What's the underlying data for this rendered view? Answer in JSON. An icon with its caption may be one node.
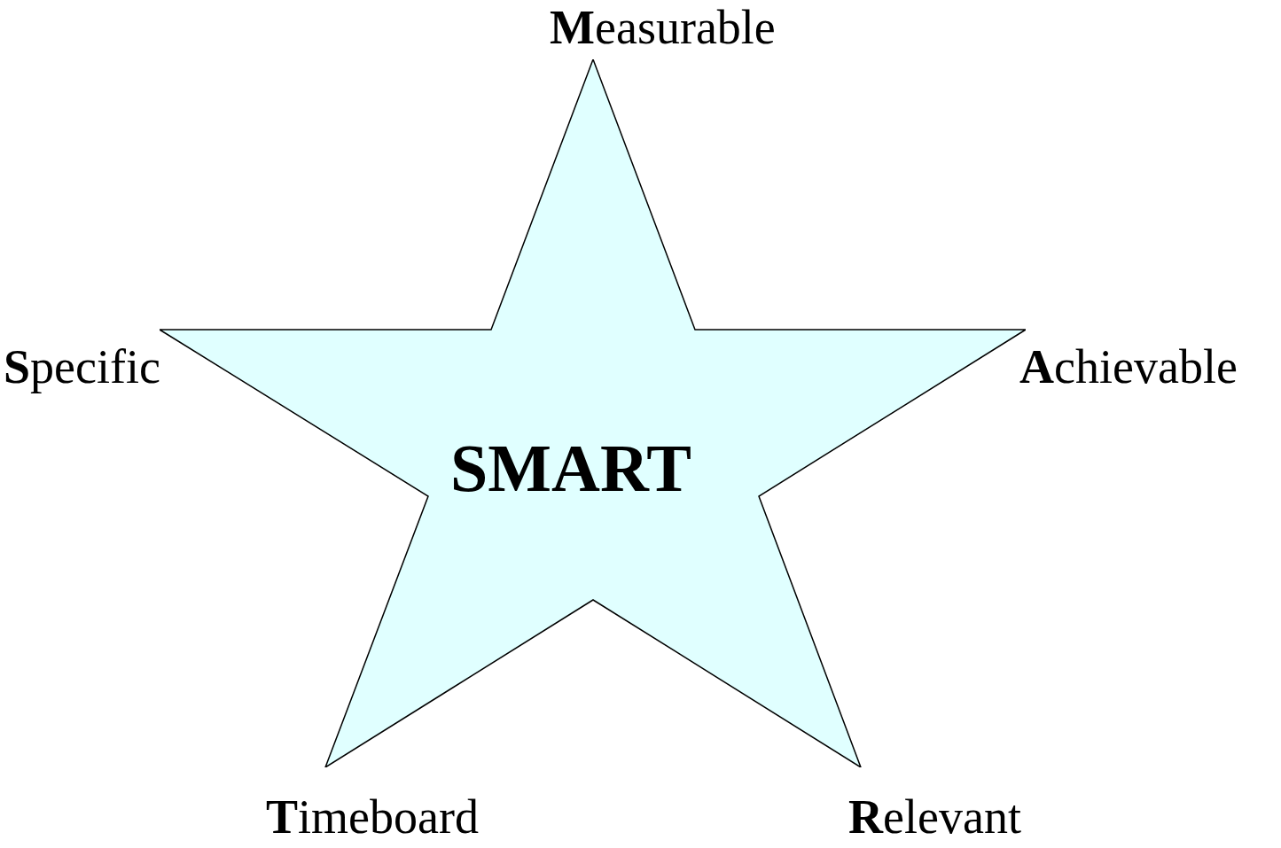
{
  "diagram": {
    "nodes": [
      {
        "text": [
          "SMART"
        ]
      }
    ],
    "labels": [
      "**M**easurable",
      "**S**pecific",
      "**A**chievable",
      "**T**imeboard",
      "**R**elevant"
    ]
  }
}
